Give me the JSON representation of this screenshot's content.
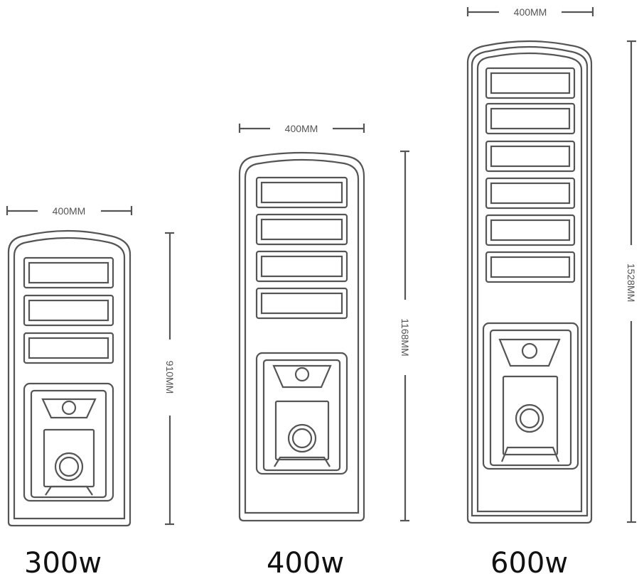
{
  "colors": {
    "outline": "#555555",
    "text": "#111111",
    "background": "#ffffff"
  },
  "lights": [
    {
      "id": "300w",
      "power_label": "300w",
      "width_label": "400MM",
      "height_label": "910MM",
      "panel_count": 3
    },
    {
      "id": "400w",
      "power_label": "400w",
      "width_label": "400MM",
      "height_label": "1168MM",
      "panel_count": 4
    },
    {
      "id": "600w",
      "power_label": "600w",
      "width_label": "400MM",
      "height_label": "1528MM",
      "panel_count": 6
    }
  ]
}
